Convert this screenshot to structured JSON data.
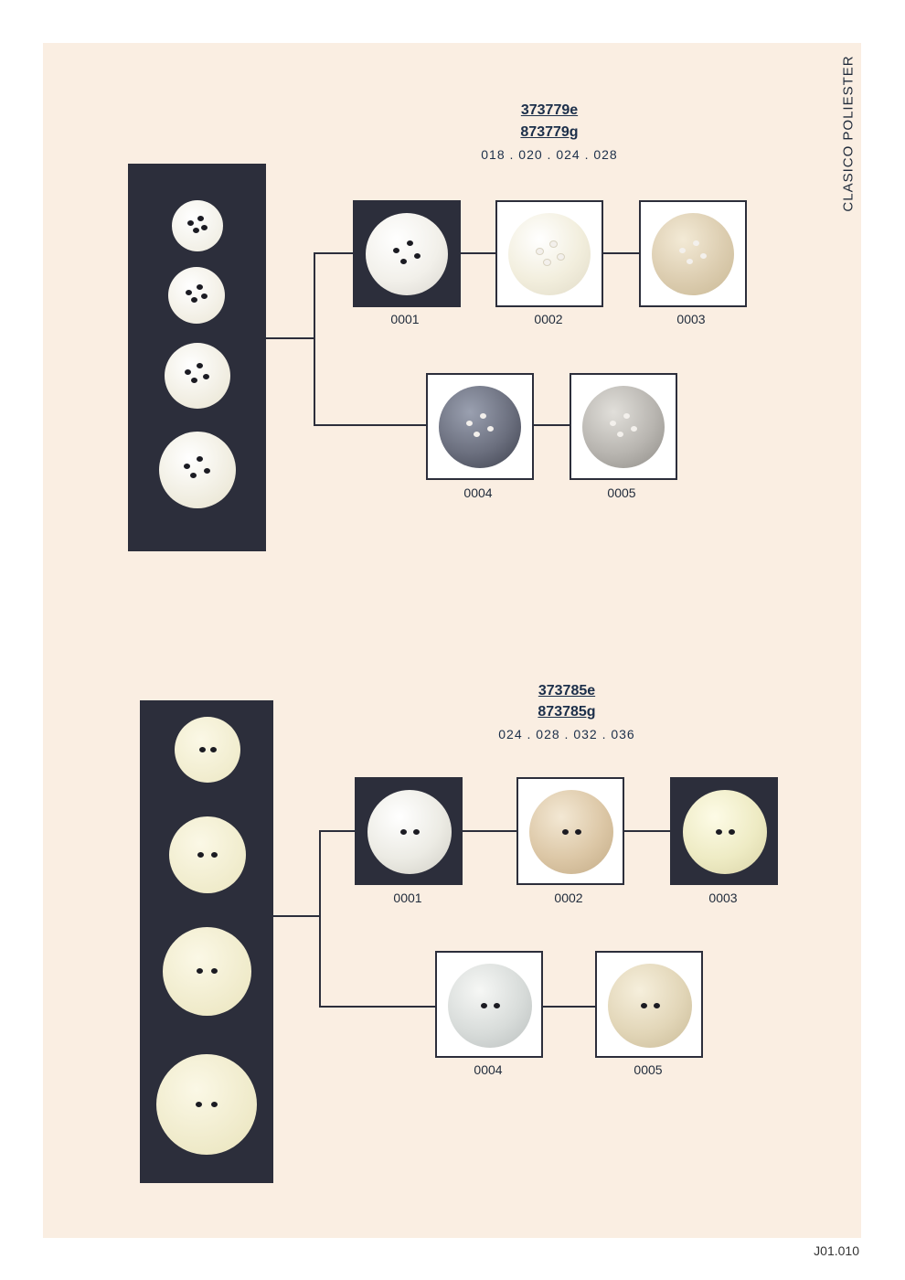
{
  "side_label": "CLASICO POLIESTER",
  "page_number": "J01.010",
  "sections": [
    {
      "code_e": "373779e",
      "code_g": "873779g",
      "sizes": "018 . 020 . 024 . 028",
      "variants": [
        {
          "label": "0001",
          "color": "#f2f0ea"
        },
        {
          "label": "0002",
          "color": "#f2eedd"
        },
        {
          "label": "0003",
          "color": "#dccdb0"
        },
        {
          "label": "0004",
          "color": "#6b6f7e"
        },
        {
          "label": "0005",
          "color": "#b8b5b0"
        }
      ]
    },
    {
      "code_e": "373785e",
      "code_g": "873785g",
      "sizes": "024 . 028 . 032 . 036",
      "variants": [
        {
          "label": "0001",
          "color": "#ecebe4"
        },
        {
          "label": "0002",
          "color": "#dcc7a6"
        },
        {
          "label": "0003",
          "color": "#eeebc4"
        },
        {
          "label": "0004",
          "color": "#d8dcda"
        },
        {
          "label": "0005",
          "color": "#e2d6b8"
        }
      ]
    }
  ]
}
